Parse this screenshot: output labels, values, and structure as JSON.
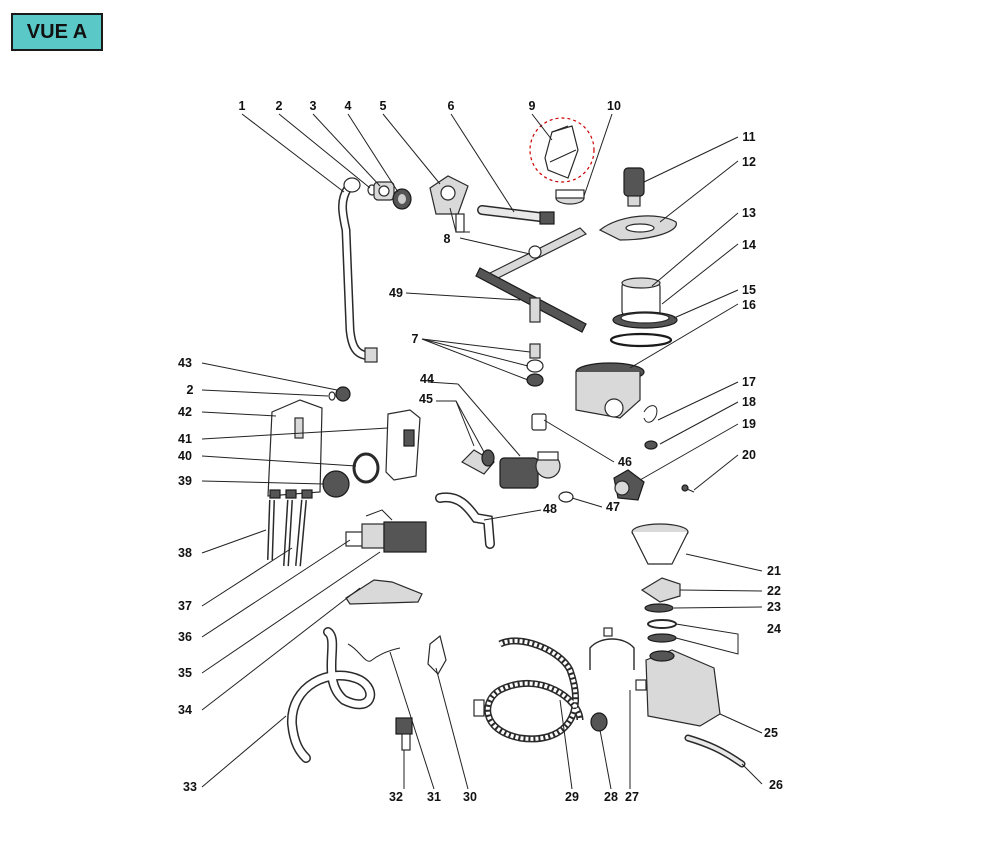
{
  "view_title": "VUE A",
  "callouts": [
    "1",
    "2",
    "3",
    "4",
    "5",
    "6",
    "7",
    "8",
    "9",
    "10",
    "11",
    "12",
    "13",
    "14",
    "15",
    "16",
    "17",
    "18",
    "19",
    "20",
    "21",
    "22",
    "23",
    "24",
    "25",
    "26",
    "27",
    "28",
    "29",
    "30",
    "31",
    "32",
    "33",
    "34",
    "35",
    "36",
    "37",
    "38",
    "39",
    "40",
    "41",
    "42",
    "43",
    "44",
    "45",
    "46",
    "47",
    "48",
    "49"
  ],
  "callout_2b": "2",
  "callout_46": "46",
  "colors": {
    "badge_bg": "#5bc8c8",
    "detail_circle": "#cc0000"
  }
}
